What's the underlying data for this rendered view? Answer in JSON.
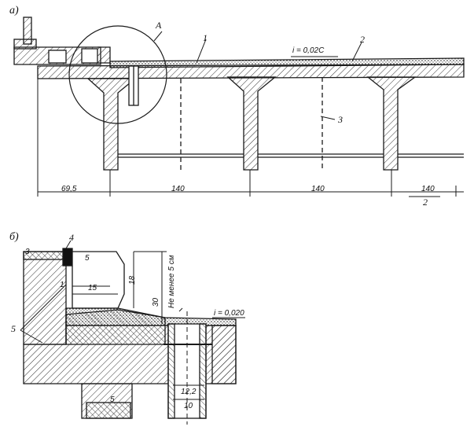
{
  "drawing_a": {
    "panel_label": "а)",
    "callout_A": "А",
    "item_1": "1",
    "item_2": "2",
    "item_3": "3",
    "slope": "i = 0,02С",
    "dims": [
      "69,5",
      "140",
      "140",
      "140"
    ],
    "under_dim": "2"
  },
  "drawing_b": {
    "panel_label": "б)",
    "item_4": "4",
    "item_5": "5",
    "item_5b": "5",
    "item_3": "3",
    "dim_15": "15",
    "dim_18": "18",
    "dim_30": "30",
    "note": "Не менее 5 см",
    "slope": "i = 0,020",
    "dim_12_2": "12,2",
    "dim_10": "10",
    "dim_5": "5",
    "dim_1": "1"
  },
  "colors": {
    "ink": "#1a1a1a",
    "hatch": "#333333",
    "paper": "#ffffff"
  }
}
